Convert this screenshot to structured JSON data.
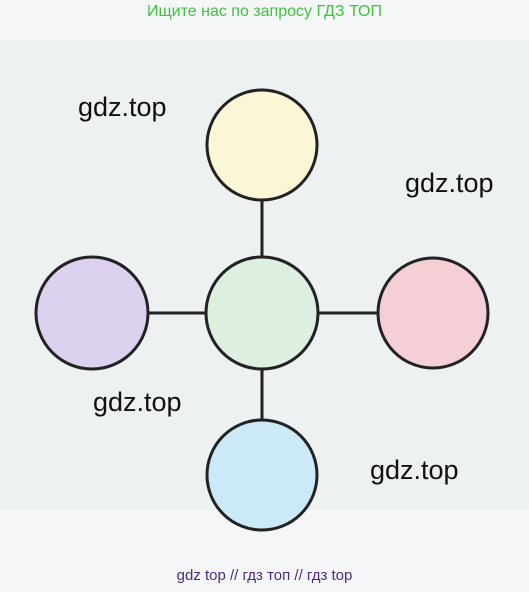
{
  "banner": {
    "text": "Ищите нас по запросу ГДЗ ТОП",
    "color": "#3ec43e"
  },
  "watermarks": [
    "gdz.top",
    "gdz.top",
    "gdz.top",
    "gdz.top"
  ],
  "footer": {
    "text": "gdz top  //  гдз топ  //  гдз top",
    "color": "#4b2a8a"
  },
  "diagram": {
    "nodes": [
      {
        "id": "center",
        "fill": "#dcefe0"
      },
      {
        "id": "top",
        "fill": "#fbf7d6"
      },
      {
        "id": "right",
        "fill": "#f5cfd6"
      },
      {
        "id": "bottom",
        "fill": "#cbe9f6"
      },
      {
        "id": "left",
        "fill": "#dcd2ef"
      }
    ],
    "edges": [
      [
        "center",
        "top"
      ],
      [
        "center",
        "right"
      ],
      [
        "center",
        "bottom"
      ],
      [
        "center",
        "left"
      ]
    ],
    "stroke": "#222222"
  }
}
